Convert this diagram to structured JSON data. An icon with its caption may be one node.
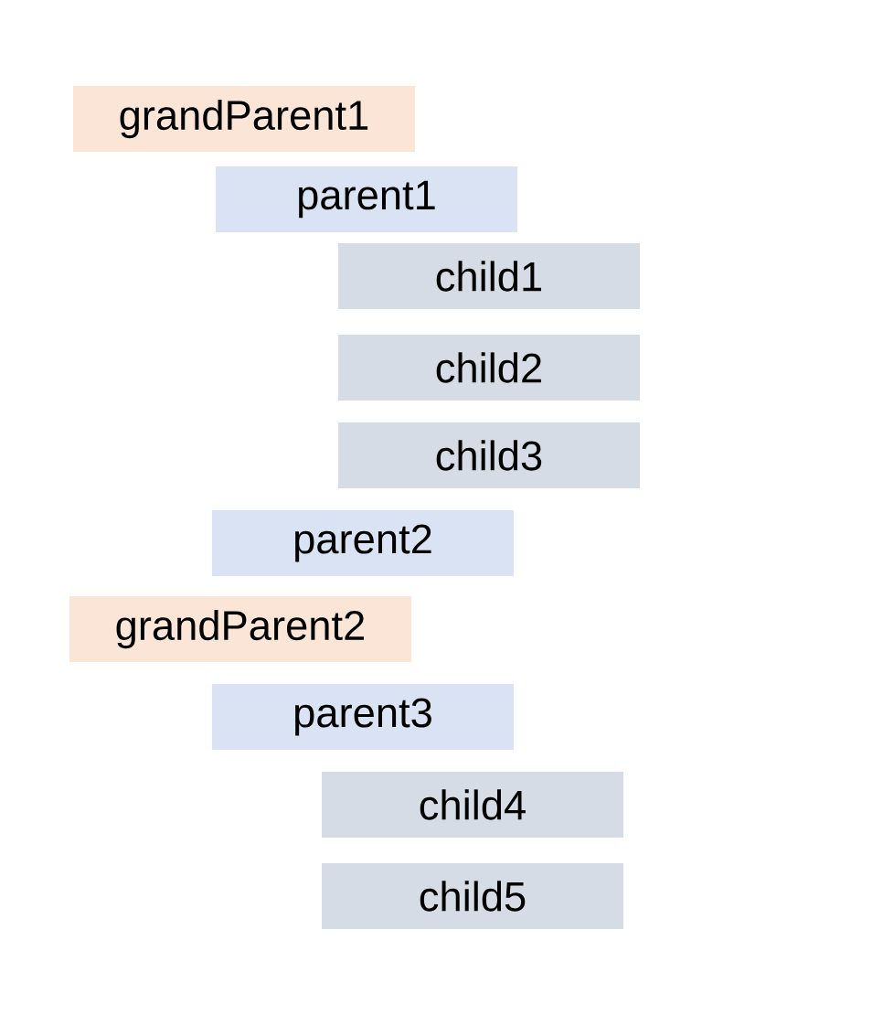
{
  "diagram": {
    "nodes": [
      {
        "text": [
          "grandParent1"
        ]
      },
      {
        "text": [
          "parent1"
        ]
      },
      {
        "text": [
          "child1"
        ]
      },
      {
        "text": [
          "child2"
        ]
      },
      {
        "text": [
          "child3"
        ]
      },
      {
        "text": [
          "parent2"
        ]
      },
      {
        "text": [
          "grandParent2"
        ]
      },
      {
        "text": [
          "parent3"
        ]
      },
      {
        "text": [
          "child4"
        ]
      },
      {
        "text": [
          "child5"
        ]
      }
    ]
  }
}
